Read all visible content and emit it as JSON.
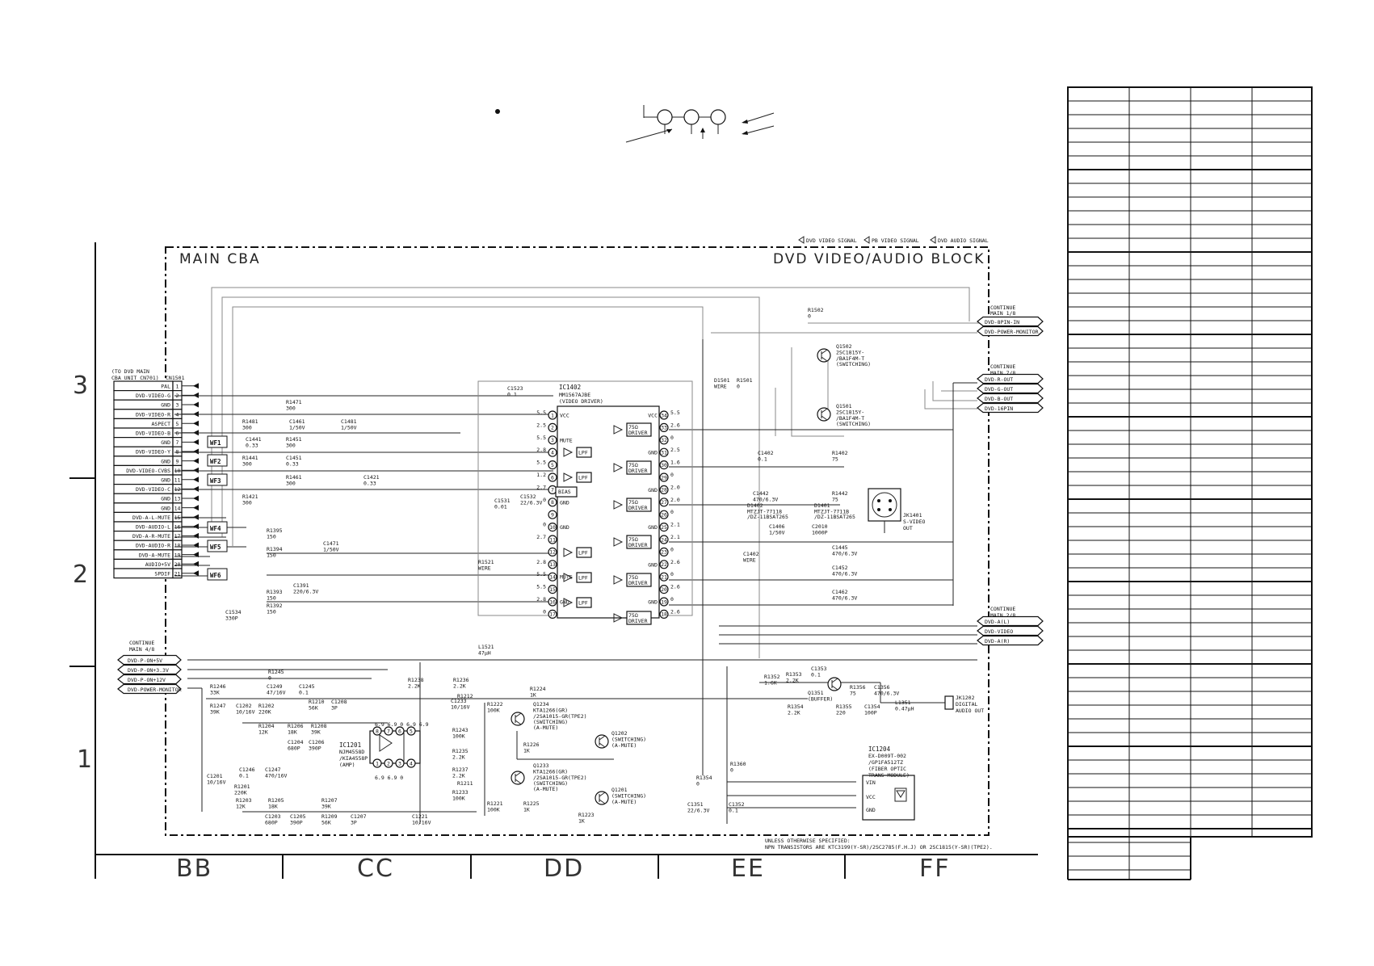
{
  "header": {
    "legend_dvd_video": "DVD VIDEO SIGNAL",
    "legend_pb_video": "PB VIDEO SIGNAL",
    "legend_dvd_audio": "DVD AUDIO SIGNAL"
  },
  "block": {
    "main_cba": "MAIN CBA",
    "title": "DVD VIDEO/AUDIO BLOCK"
  },
  "row_labels": [
    "3",
    "2",
    "1"
  ],
  "zones": [
    "BB",
    "CC",
    "DD",
    "EE",
    "FF"
  ],
  "connector_cn1501": {
    "note_line1": "(TO DVD MAIN",
    "note_line2": "CBA UNIT CN701)",
    "ref": "CN1501",
    "pins": [
      {
        "n": "1",
        "name": "PAL"
      },
      {
        "n": "2",
        "name": "DVD-VIDEO-G"
      },
      {
        "n": "3",
        "name": "GND"
      },
      {
        "n": "4",
        "name": "DVD-VIDEO-R"
      },
      {
        "n": "5",
        "name": "ASPECT"
      },
      {
        "n": "6",
        "name": "DVD-VIDEO-B"
      },
      {
        "n": "7",
        "name": "GND"
      },
      {
        "n": "8",
        "name": "DVD-VIDEO-Y"
      },
      {
        "n": "9",
        "name": "GND"
      },
      {
        "n": "10",
        "name": "DVD-VIDEO-CVBS"
      },
      {
        "n": "11",
        "name": "GND"
      },
      {
        "n": "12",
        "name": "DVD-VIDEO-C"
      },
      {
        "n": "13",
        "name": "GND"
      },
      {
        "n": "14",
        "name": "GND"
      },
      {
        "n": "15",
        "name": "DVD-A-L-MUTE"
      },
      {
        "n": "16",
        "name": "DVD-AUDIO-L"
      },
      {
        "n": "17",
        "name": "DVD-A-R-MUTE"
      },
      {
        "n": "18",
        "name": "DVD-AUDIO-R"
      },
      {
        "n": "19",
        "name": "DVD-A-MUTE"
      },
      {
        "n": "20",
        "name": "AUDIO+5V"
      },
      {
        "n": "21",
        "name": "SPDIF"
      }
    ]
  },
  "waveform_tags": [
    "WF1",
    "WF2",
    "WF3",
    "WF4",
    "WF5",
    "WF6"
  ],
  "ic1402": {
    "ref": "IC1402",
    "part": "MM1567AJBE",
    "func": "(VIDEO DRIVER)",
    "pin_labels_left": [
      "VCC",
      "MUTE",
      "",
      "",
      "BIAS",
      "GND",
      "",
      "GND",
      "",
      "",
      "MUTE",
      "GND"
    ],
    "pin_labels_right": [
      "VCC",
      "",
      "GND",
      "",
      "GND",
      "",
      "GND",
      "",
      "GND",
      "",
      "GND",
      ""
    ],
    "left_pins": [
      "1",
      "2",
      "3",
      "4",
      "5",
      "6",
      "7",
      "8",
      "9",
      "10",
      "11",
      "12",
      "13",
      "14",
      "15",
      "16",
      "17"
    ],
    "right_pins": [
      "34",
      "33",
      "32",
      "31",
      "30",
      "29",
      "28",
      "27",
      "26",
      "25",
      "24",
      "23",
      "22",
      "21",
      "20",
      "19",
      "18"
    ],
    "left_volts": [
      "5.5",
      "2.5",
      "5.5",
      "2.8",
      "5.5",
      "1.2",
      "2.7",
      "0",
      "",
      "0",
      "2.7",
      "",
      "2.8",
      "5.5",
      "5.5",
      "2.8",
      "0"
    ],
    "right_volts": [
      "5.5",
      "2.6",
      "0",
      "2.5",
      "1.6",
      "0",
      "2.0",
      "2.0",
      "0",
      "2.1",
      "2.1",
      "0",
      "2.6",
      "0",
      "2.6",
      "0",
      "2.6"
    ],
    "lpf": "LPF",
    "driver": "75Ω DRIVER",
    "bias": "BIAS"
  },
  "right_connectors": {
    "cont_main18_l1": "CONTINUE",
    "cont_main18_l2": "MAIN 1/8",
    "cont_main78_l1": "CONTINUE",
    "cont_main78_l2": "MAIN 7/8",
    "cont_main28_l1": "CONTINUE",
    "cont_main28_l2": "MAIN 2/8",
    "top": [
      "DVD-8PIN-IN",
      "DVD-POWER-MONITOR"
    ],
    "mid": [
      "DVD-R-OUT",
      "DVD-G-OUT",
      "DVD-B-OUT",
      "DVD-16PIN"
    ],
    "bottom": [
      "DVD-A(L)",
      "DVD-VIDEO",
      "DVD-A(R)"
    ]
  },
  "left_connectors": {
    "cont_l1": "CONTINUE",
    "cont_l2": "MAIN 4/8",
    "items": [
      "DVD-P-ON+5V",
      "DVD-P-ON+3.3V",
      "DVD-P-ON+12V",
      "DVD-POWER-MONITOR"
    ]
  },
  "components": {
    "r1502": "R1502",
    "r1502v": "0",
    "q1502": "Q1502",
    "q1502a": "2SC1815Y-",
    "q1502b": "/BA1F4M-T",
    "q1502c": "(SWITCHING)",
    "q1501": "Q1501",
    "q1501a": "2SC1815Y-",
    "q1501b": "/BA1F4M-T",
    "q1501c": "(SWITCHING)",
    "d1501": "D1501",
    "d1501v": "WIRE",
    "r1501": "R1501",
    "r1501v": "0",
    "c1523": "C1523",
    "c1523v": "0.1",
    "c1402": "C1402",
    "c1402v": "0.1",
    "r1402": "R1402",
    "r1402v": "75",
    "c1442": "C1442",
    "c1442v": "470/6.3V",
    "r1442": "R1442",
    "r1442v": "75",
    "d1402": "D1402",
    "d1402a": "MTZJT-77118",
    "d1402b": "/DZ-11BSAT265",
    "d1401": "D1401",
    "d1401a": "MTZJT-7711B",
    "d1401b": "/DZ-11BSAT265",
    "c1406": "C1406",
    "c1406v": "1/50V",
    "c2010": "C2010",
    "c2010v": "1000P",
    "jk1401": "JK1401",
    "jk1401a": "S-VIDEO",
    "jk1401b": "OUT",
    "c1445": "C1445",
    "c1445v": "470/6.3V",
    "c1452": "C1452",
    "c1452v": "470/6.3V",
    "c1462": "C1462",
    "c1462v": "470/6.3V",
    "c1402w": "C1402",
    "c1402wv": "WIRE",
    "r1471": "R1471",
    "r1471v": "300",
    "r1481": "R1481",
    "r1481v": "300",
    "c1461": "C1461",
    "c1461v": "1/50V",
    "c1441": "C1441",
    "c1441v": "0.33",
    "r1451": "R1451",
    "r1451v": "300",
    "r1441": "R1441",
    "r1441v": "300",
    "c1451": "C1451",
    "c1451v": "0.33",
    "r1461": "R1461",
    "r1461v": "300",
    "c1421": "C1421",
    "c1421v": "0.33",
    "r1421": "R1421",
    "r1421v": "300",
    "c1481": "C1481",
    "c1481v": "1/50V",
    "c1531": "C1531",
    "c1531v": "0.01",
    "c1532": "C1532",
    "c1532v": "22/6.3V",
    "r1395": "R1395",
    "r1395v": "150",
    "r1394": "R1394",
    "r1394v": "150",
    "c1471": "C1471",
    "c1471v": "1/50V",
    "r1393": "R1393",
    "r1393v": "150",
    "c1391": "C1391",
    "c1391v": "220/6.3V",
    "r1392": "R1392",
    "r1392v": "150",
    "r1521": "R1521",
    "r1521v": "WIRE",
    "c1534": "C1534",
    "c1534v": "330P",
    "l1521": "L1521",
    "l1521v": "47µH",
    "r1245": "R1245",
    "r1245v": "0",
    "r1246": "R1246",
    "r1246v": "33K",
    "c1249": "C1249",
    "c1249v": "47/16V",
    "c1245": "C1245",
    "c1245v": "0.1",
    "r1247": "R1247",
    "r1247v": "39K",
    "c1202": "C1202",
    "c1202v": "10/16V",
    "r1202": "R1202",
    "r1202v": "220K",
    "r1204": "R1204",
    "r1204v": "12K",
    "r1210": "R1210",
    "r1210v": "56K",
    "c1208": "C1208",
    "c1208v": "3P",
    "r1206": "R1206",
    "r1206v": "18K",
    "r1208": "R1208",
    "r1208v": "39K",
    "c1204": "C1204",
    "c1204v": "680P",
    "c1206": "C1206",
    "c1206v": "390P",
    "r1212": "R1212",
    "r1238": "R1238",
    "r1238v": "2.2K",
    "r1236": "R1236",
    "r1236v": "2.2K",
    "c1233": "C1233",
    "c1233v": "10/16V",
    "r1224": "R1224",
    "r1224v": "1K",
    "r1222": "R1222",
    "r1222v": "100K",
    "ic1201": "IC1201",
    "ic1201a": "NJM4558D",
    "ic1201b": "/KIA4558P",
    "ic1201c": "(AMP)",
    "ic1201_top_volts": "6.9 6.9 0 6.9 6.9",
    "ic1201_bot_volts": "6.9 6.9 0",
    "q1234": "Q1234",
    "q1234a": "KTA1266(GR)",
    "q1234b": "/2SA1015-GR(TPE2)",
    "q1234c": "(SWITCHING)",
    "q1234d": "(A-MUTE)",
    "q1202": "Q1202",
    "q1202a": "(SWITCHING)",
    "q1202b": "(A-MUTE)",
    "q1233": "Q1233",
    "q1233a": "KTA1266(GR)",
    "q1233b": "/2SA1015-GR(TPE2)",
    "q1233c": "(SWITCHING)",
    "q1233d": "(A-MUTE)",
    "q1201": "Q1201",
    "q1201a": "(SWITCHING)",
    "q1201b": "(A-MUTE)",
    "r1243": "R1243",
    "r1243v": "100K",
    "r1226": "R1226",
    "r1226v": "1K",
    "r1235": "R1235",
    "r1235v": "2.2K",
    "r1237": "R1237",
    "r1237v": "2.2K",
    "r1233": "R1233",
    "r1233v": "100K",
    "r1221": "R1221",
    "r1221v": "100K",
    "r1225": "R1225",
    "r1225v": "1K",
    "r1223": "R1223",
    "r1223v": "1K",
    "c1246": "C1246",
    "c1246v": "0.1",
    "c1247": "C1247",
    "c1247v": "470/16V",
    "c1201": "C1201",
    "c1201v": "10/16V",
    "r1201": "R1201",
    "r1201v": "220K",
    "r1203": "R1203",
    "r1203v": "12K",
    "r1205": "R1205",
    "r1205v": "18K",
    "r1207": "R1207",
    "r1207v": "39K",
    "c1203": "C1203",
    "c1203v": "680P",
    "c1205": "C1205",
    "c1205v": "390P",
    "r1209": "R1209",
    "r1209v": "56K",
    "c1207": "C1207",
    "c1207v": "3P",
    "r1211": "R1211",
    "c1221": "C1221",
    "c1221v": "10/16V",
    "r1352": "R1352",
    "r1352v": "1.6K",
    "r1353": "R1353",
    "r1353v": "2.2K",
    "c1353": "C1353",
    "c1353v": "0.1",
    "q1351": "Q1351",
    "q1351a": "(BUFFER)",
    "r1356": "R1356",
    "r1356v": "75",
    "c1356": "C1356",
    "c1356v": "470/6.3V",
    "l1351": "L1351",
    "l1351v": "0.47µH",
    "jk1202": "JK1202",
    "jk1202a": "DIGITAL",
    "jk1202b": "AUDIO OUT",
    "r1354": "R1354",
    "r1354v": "2.2K",
    "r1355": "R1355",
    "r1355v": "220",
    "c1354": "C1354",
    "c1354v": "100P",
    "r1360": "R1360",
    "r1360v": "0",
    "r1354b": "R1354",
    "r1354bv": "0",
    "c1351": "C1351",
    "c1351v": "22/6.3V",
    "c1352": "C1352",
    "c1352v": "0.1",
    "ic1204": "IC1204",
    "ic1204a": "EX-D009T-002",
    "ic1204b": "/GP1FA512TZ",
    "ic1204c": "(FIBER OPTIC",
    "ic1204d": "TRANS MODULE)",
    "ic1204_pins": [
      "VIN",
      "VCC",
      "GND"
    ]
  },
  "footnote": {
    "line1": "UNLESS OTHERWISE SPECIFIED:",
    "line2": "NPN TRANSISTORS ARE KTC3199(Y-SR)/2SC2785(F.H.J) OR 2SC1815(Y-SR)(TPE2)."
  }
}
